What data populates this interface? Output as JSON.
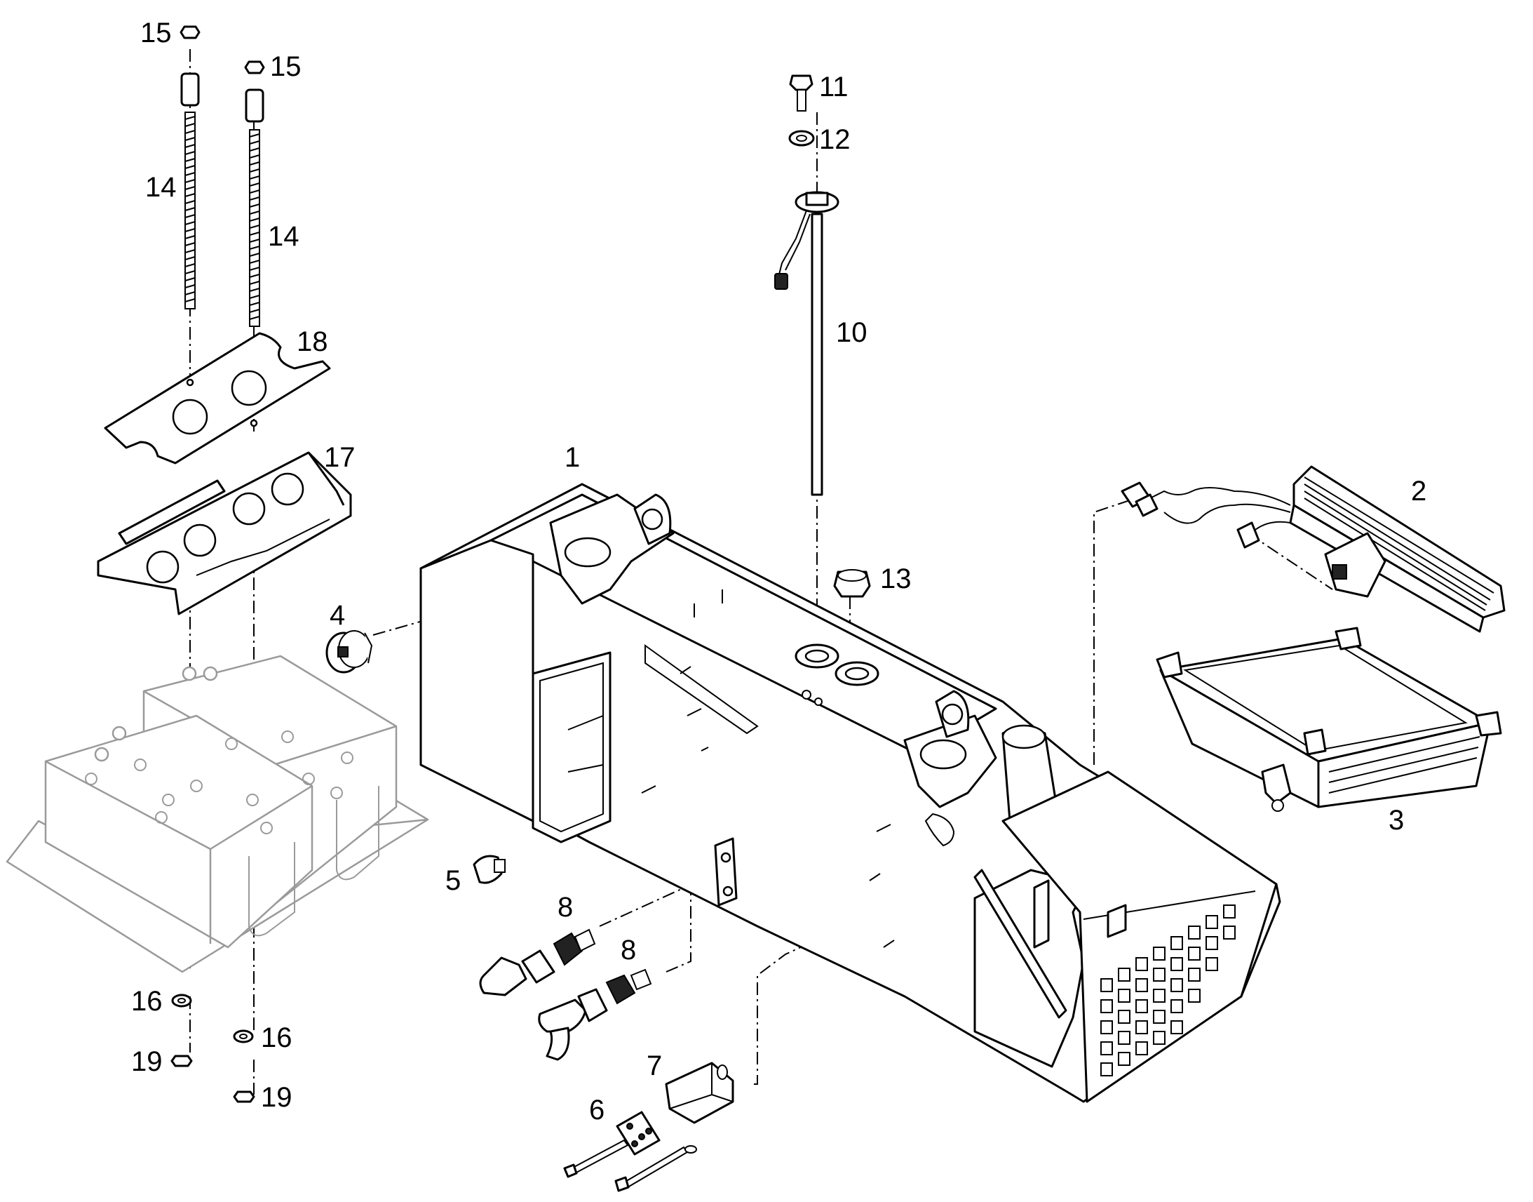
{
  "diagram": {
    "callouts": [
      {
        "id": "1",
        "text": "1"
      },
      {
        "id": "2",
        "text": "2"
      },
      {
        "id": "3",
        "text": "3"
      },
      {
        "id": "4",
        "text": "4"
      },
      {
        "id": "5",
        "text": "5"
      },
      {
        "id": "6",
        "text": "6"
      },
      {
        "id": "7",
        "text": "7"
      },
      {
        "id": "8a",
        "text": "8"
      },
      {
        "id": "8b",
        "text": "8"
      },
      {
        "id": "10",
        "text": "10"
      },
      {
        "id": "11",
        "text": "11"
      },
      {
        "id": "12",
        "text": "12"
      },
      {
        "id": "13",
        "text": "13"
      },
      {
        "id": "14a",
        "text": "14"
      },
      {
        "id": "14b",
        "text": "14"
      },
      {
        "id": "15a",
        "text": "15"
      },
      {
        "id": "15b",
        "text": "15"
      },
      {
        "id": "16a",
        "text": "16"
      },
      {
        "id": "16b",
        "text": "16"
      },
      {
        "id": "17",
        "text": "17"
      },
      {
        "id": "18",
        "text": "18"
      },
      {
        "id": "19a",
        "text": "19"
      },
      {
        "id": "19b",
        "text": "19"
      }
    ]
  }
}
